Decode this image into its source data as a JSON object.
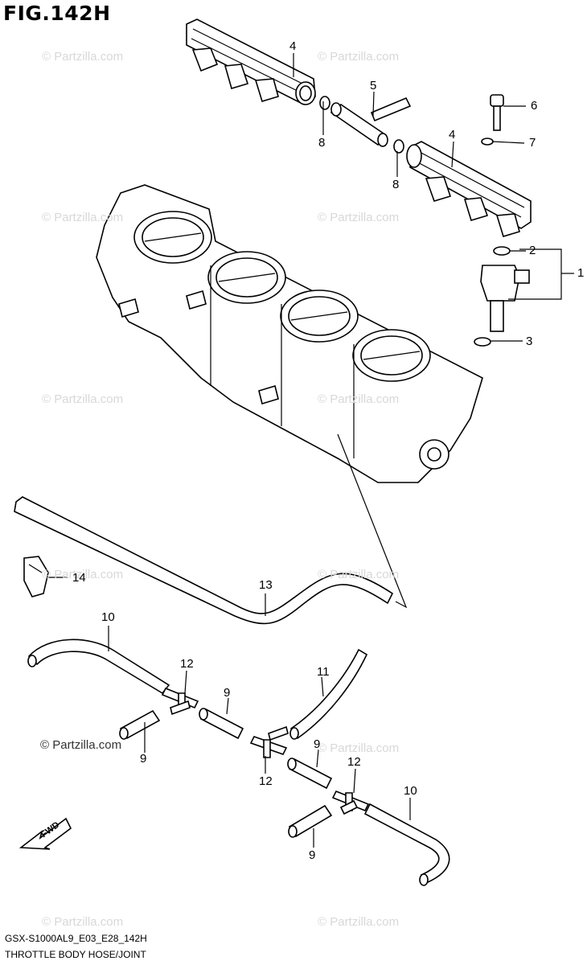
{
  "figure": {
    "title": "FIG.142H",
    "footer_code": "GSX-S1000AL9_E03_E28_142H",
    "footer_name": "THROTTLE BODY HOSE/JOINT",
    "fwd_label": "FWD"
  },
  "watermark": {
    "text": "© Partzilla.com",
    "dark_text": "© Partzilla.com"
  },
  "callouts": {
    "c1": "1",
    "c2": "2",
    "c3": "3",
    "c4a": "4",
    "c4b": "4",
    "c5": "5",
    "c6": "6",
    "c7": "7",
    "c8a": "8",
    "c8b": "8",
    "c9a": "9",
    "c9b": "9",
    "c9c": "9",
    "c9d": "9",
    "c10a": "10",
    "c10b": "10",
    "c11": "11",
    "c12a": "12",
    "c12b": "12",
    "c12c": "12",
    "c13": "13",
    "c14": "14"
  }
}
